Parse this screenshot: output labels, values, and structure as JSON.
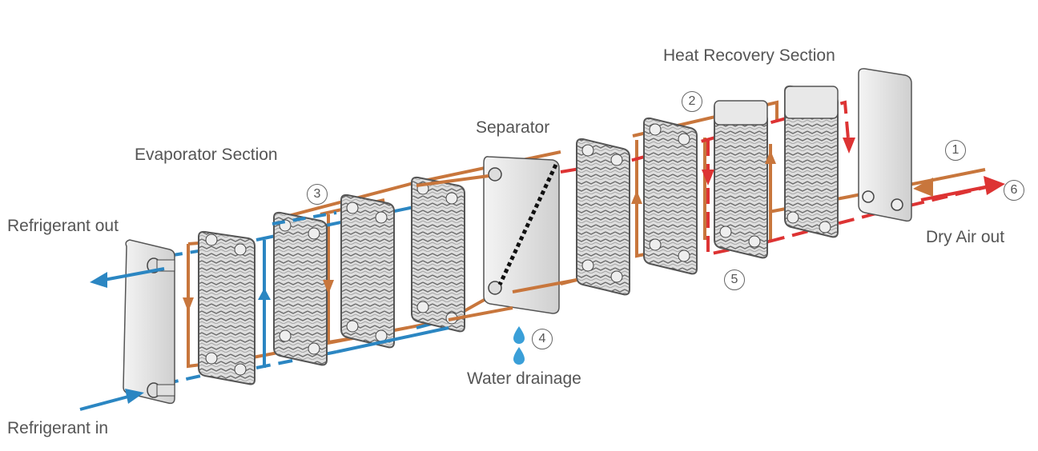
{
  "title": "Refrigerated air dryer heat exchanger flow diagram",
  "labels": {
    "heat_recovery": "Heat Recovery Section",
    "evaporator": "Evaporator   Section",
    "separator": "Separator",
    "refrigerant_out": "Refrigerant   out",
    "refrigerant_in": "Refrigerant   in",
    "dry_air_out": "Dry Air out",
    "water_drainage": "Water drainage"
  },
  "callouts": [
    "1",
    "2",
    "3",
    "4",
    "5",
    "6"
  ],
  "colors": {
    "refrigerant": "#2b86c2",
    "air_cold": "#c8763c",
    "air_hot": "#dd3333",
    "water": "#3a9fd8",
    "plate": "#e3e3e3",
    "plate_edge": "#555555",
    "text": "#555555"
  }
}
